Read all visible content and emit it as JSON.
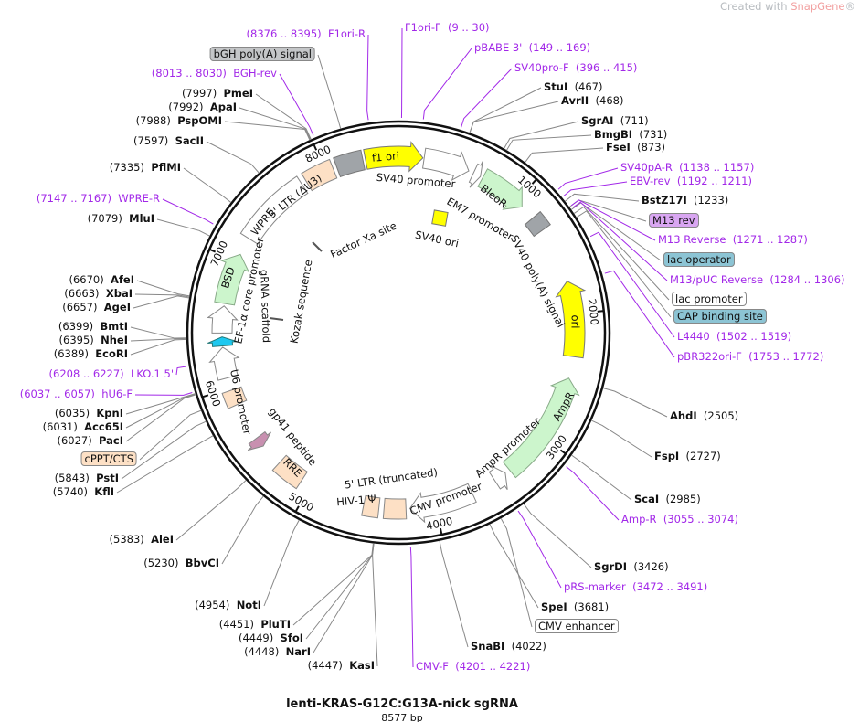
{
  "brand": {
    "prefix": "Created with ",
    "name": "SnapGene",
    "mark": "®"
  },
  "plasmid": {
    "name": "lenti-KRAS-G12C:G13A-nick sgRNA",
    "length_label": "8577 bp",
    "length": 8577
  },
  "ticks": [
    "1000",
    "2000",
    "3000",
    "4000",
    "5000",
    "6000",
    "7000",
    "8000"
  ],
  "features": [
    {
      "name": "f1 ori",
      "start": 8320,
      "end": 190,
      "color": "#ffff00",
      "stroke": "#777",
      "dir": 1
    },
    {
      "name": "SV40 promoter",
      "start": 200,
      "end": 560,
      "color": "#ffffff",
      "stroke": "#888",
      "dir": 1
    },
    {
      "name": "EM7 promoter",
      "start": 600,
      "end": 660,
      "color": "#ffffff",
      "stroke": "#888",
      "dir": 1
    },
    {
      "name": "BleoR",
      "start": 680,
      "end": 1060,
      "color": "#ccf5cc",
      "stroke": "#8a8",
      "dir": 1
    },
    {
      "name": "SV40 poly(A) signal",
      "start": 1180,
      "end": 1300,
      "color": "#a0a4a8",
      "stroke": "#777",
      "dir": 0
    },
    {
      "name": "ori",
      "start": 1740,
      "end": 2330,
      "color": "#ffff00",
      "stroke": "#777",
      "dir": -1
    },
    {
      "name": "AmpR",
      "start": 2500,
      "end": 3360,
      "color": "#ccf5cc",
      "stroke": "#8a8",
      "dir": -1
    },
    {
      "name": "AmpR promoter",
      "start": 3400,
      "end": 3500,
      "color": "#ffffff",
      "stroke": "#888",
      "dir": -1
    },
    {
      "name": "CMV promoter",
      "start": 3700,
      "end": 4200,
      "color": "#ffffff",
      "stroke": "#888",
      "dir": 1
    },
    {
      "name": "5' LTR (truncated)",
      "start": 4230,
      "end": 4400,
      "color": "#fde0c5",
      "stroke": "#888",
      "dir": 0
    },
    {
      "name": "HIV-1 Ψ",
      "start": 4440,
      "end": 4560,
      "color": "#fde0c5",
      "stroke": "#888",
      "dir": 0
    },
    {
      "name": "RRE",
      "start": 5080,
      "end": 5300,
      "color": "#fde0c5",
      "stroke": "#888",
      "dir": 0
    },
    {
      "name": "gp41 peptide",
      "start": 5480,
      "end": 5560,
      "color": "#c890b0",
      "stroke": "#888",
      "dir": -1
    },
    {
      "name": "cPPT/CTS",
      "start": 5860,
      "end": 5980,
      "color": "#fde0c5",
      "stroke": "#888",
      "dir": 0
    },
    {
      "name": "U6 promoter",
      "start": 6080,
      "end": 6320,
      "color": "#ffffff",
      "stroke": "#888",
      "dir": 1
    },
    {
      "name": "gRNA scaffold",
      "start": 6330,
      "end": 6400,
      "color": "#1ec8f0",
      "stroke": "#277",
      "dir": 1
    },
    {
      "name": "EF-1α core promoter",
      "start": 6430,
      "end": 6640,
      "color": "#ffffff",
      "stroke": "#888",
      "dir": 1
    },
    {
      "name": "BSD",
      "start": 6660,
      "end": 7060,
      "color": "#ccf5cc",
      "stroke": "#8a8",
      "dir": 1
    },
    {
      "name": "WPRE",
      "start": 7200,
      "end": 7790,
      "color": "#ffffff",
      "stroke": "#888",
      "dir": 0
    },
    {
      "name": "3' LTR (ΔU3)",
      "start": 7830,
      "end": 8060,
      "color": "#fde0c5",
      "stroke": "#888",
      "dir": 0
    },
    {
      "name": "bGH poly(A) signal",
      "start": 8090,
      "end": 8300,
      "color": "#a0a4a8",
      "stroke": "#777",
      "dir": 0
    },
    {
      "name": "SV40 ori",
      "start": 0,
      "end": 0,
      "color": "#ffff00",
      "stroke": "#777",
      "dir": 0
    },
    {
      "name": "Factor Xa site",
      "start": 0,
      "end": 0,
      "color": "#555",
      "stroke": "#555",
      "dir": 0
    },
    {
      "name": "Kozak sequence",
      "start": 0,
      "end": 0,
      "color": "#555",
      "stroke": "#555",
      "dir": 0
    }
  ],
  "annotations": [
    {
      "type": "primer",
      "name": "F1ori-R",
      "range": "(8376 .. 8395)",
      "pos": 8385
    },
    {
      "type": "feature",
      "name": "bGH poly(A) signal",
      "pos": 8200,
      "color": "#c4c6c8"
    },
    {
      "type": "primer",
      "name": "BGH-rev",
      "range": "(8013 .. 8030)",
      "pos": 8021
    },
    {
      "type": "enzyme",
      "name": "PmeI",
      "range": "(7997)",
      "pos": 7997
    },
    {
      "type": "enzyme",
      "name": "ApaI",
      "range": "(7992)",
      "pos": 7992
    },
    {
      "type": "enzyme",
      "name": "PspOMI",
      "range": "(7988)",
      "pos": 7988
    },
    {
      "type": "enzyme",
      "name": "SacII",
      "range": "(7597)",
      "pos": 7597
    },
    {
      "type": "enzyme",
      "name": "PflMI",
      "range": "(7335)",
      "pos": 7335
    },
    {
      "type": "primer",
      "name": "WPRE-R",
      "range": "(7147 .. 7167)",
      "pos": 7157
    },
    {
      "type": "enzyme",
      "name": "MluI",
      "range": "(7079)",
      "pos": 7079
    },
    {
      "type": "enzyme",
      "name": "AfeI",
      "range": "(6670)",
      "pos": 6670
    },
    {
      "type": "enzyme",
      "name": "XbaI",
      "range": "(6663)",
      "pos": 6663
    },
    {
      "type": "enzyme",
      "name": "AgeI",
      "range": "(6657)",
      "pos": 6657
    },
    {
      "type": "enzyme",
      "name": "BmtI",
      "range": "(6399)",
      "pos": 6399
    },
    {
      "type": "enzyme",
      "name": "NheI",
      "range": "(6395)",
      "pos": 6395
    },
    {
      "type": "enzyme",
      "name": "EcoRI",
      "range": "(6389)",
      "pos": 6389
    },
    {
      "type": "primer",
      "name": "LKO.1 5'",
      "range": "(6208 .. 6227)",
      "pos": 6217
    },
    {
      "type": "primer",
      "name": "hU6-F",
      "range": "(6037 .. 6057)",
      "pos": 6047
    },
    {
      "type": "enzyme",
      "name": "KpnI",
      "range": "(6035)",
      "pos": 6035
    },
    {
      "type": "enzyme",
      "name": "Acc65I",
      "range": "(6031)",
      "pos": 6031
    },
    {
      "type": "enzyme",
      "name": "PacI",
      "range": "(6027)",
      "pos": 6027
    },
    {
      "type": "feature",
      "name": "cPPT/CTS",
      "pos": 5920,
      "color": "#fde0c5"
    },
    {
      "type": "enzyme",
      "name": "PstI",
      "range": "(5843)",
      "pos": 5843
    },
    {
      "type": "enzyme",
      "name": "KflI",
      "range": "(5740)",
      "pos": 5740
    },
    {
      "type": "enzyme",
      "name": "AleI",
      "range": "(5383)",
      "pos": 5383
    },
    {
      "type": "enzyme",
      "name": "BbvCI",
      "range": "(5230)",
      "pos": 5230
    },
    {
      "type": "enzyme",
      "name": "NotI",
      "range": "(4954)",
      "pos": 4954
    },
    {
      "type": "enzyme",
      "name": "PluTI",
      "range": "(4451)",
      "pos": 4451
    },
    {
      "type": "enzyme",
      "name": "SfoI",
      "range": "(4449)",
      "pos": 4449
    },
    {
      "type": "enzyme",
      "name": "NarI",
      "range": "(4448)",
      "pos": 4448
    },
    {
      "type": "enzyme",
      "name": "KasI",
      "range": "(4447)",
      "pos": 4447
    },
    {
      "type": "primer",
      "name": "F1ori-F",
      "range": "(9 .. 30)",
      "pos": 20
    },
    {
      "type": "primer",
      "name": "pBABE 3'",
      "range": "(149 .. 169)",
      "pos": 159
    },
    {
      "type": "primer",
      "name": "SV40pro-F",
      "range": "(396 .. 415)",
      "pos": 405
    },
    {
      "type": "enzyme",
      "name": "StuI",
      "range": "(467)",
      "pos": 467
    },
    {
      "type": "enzyme",
      "name": "AvrII",
      "range": "(468)",
      "pos": 468
    },
    {
      "type": "enzyme",
      "name": "SgrAI",
      "range": "(711)",
      "pos": 711
    },
    {
      "type": "enzyme",
      "name": "BmgBI",
      "range": "(731)",
      "pos": 731
    },
    {
      "type": "enzyme",
      "name": "FseI",
      "range": "(873)",
      "pos": 873
    },
    {
      "type": "primer",
      "name": "SV40pA-R",
      "range": "(1138 .. 1157)",
      "pos": 1147
    },
    {
      "type": "primer",
      "name": "EBV-rev",
      "range": "(1192 .. 1211)",
      "pos": 1201
    },
    {
      "type": "enzyme",
      "name": "BstZ17I",
      "range": "(1233)",
      "pos": 1233
    },
    {
      "type": "feature",
      "name": "M13 rev",
      "pos": 1279,
      "color": "#d9a6f2"
    },
    {
      "type": "primer",
      "name": "M13 Reverse",
      "range": "(1271 .. 1287)",
      "pos": 1279
    },
    {
      "type": "feature",
      "name": "lac operator",
      "pos": 1300,
      "color": "#8cc4d4"
    },
    {
      "type": "primer",
      "name": "M13/pUC Reverse",
      "range": "(1284 .. 1306)",
      "pos": 1295
    },
    {
      "type": "feature",
      "name": "lac promoter",
      "pos": 1330,
      "color": "#ffffff"
    },
    {
      "type": "feature",
      "name": "CAP binding site",
      "pos": 1360,
      "color": "#8cc4d4"
    },
    {
      "type": "primer",
      "name": "L4440",
      "range": "(1502 .. 1519)",
      "pos": 1510
    },
    {
      "type": "primer",
      "name": "pBR322ori-F",
      "range": "(1753 .. 1772)",
      "pos": 1762
    },
    {
      "type": "enzyme",
      "name": "AhdI",
      "range": "(2505)",
      "pos": 2505
    },
    {
      "type": "enzyme",
      "name": "FspI",
      "range": "(2727)",
      "pos": 2727
    },
    {
      "type": "enzyme",
      "name": "ScaI",
      "range": "(2985)",
      "pos": 2985
    },
    {
      "type": "primer",
      "name": "Amp-R",
      "range": "(3055 .. 3074)",
      "pos": 3064
    },
    {
      "type": "enzyme",
      "name": "SgrDI",
      "range": "(3426)",
      "pos": 3426
    },
    {
      "type": "primer",
      "name": "pRS-marker",
      "range": "(3472 .. 3491)",
      "pos": 3481
    },
    {
      "type": "enzyme",
      "name": "SpeI",
      "range": "(3681)",
      "pos": 3681
    },
    {
      "type": "feature",
      "name": "CMV enhancer",
      "pos": 3600,
      "color": "#ffffff"
    },
    {
      "type": "enzyme",
      "name": "SnaBI",
      "range": "(4022)",
      "pos": 4022
    },
    {
      "type": "primer",
      "name": "CMV-F",
      "range": "(4201 .. 4221)",
      "pos": 4211
    }
  ]
}
